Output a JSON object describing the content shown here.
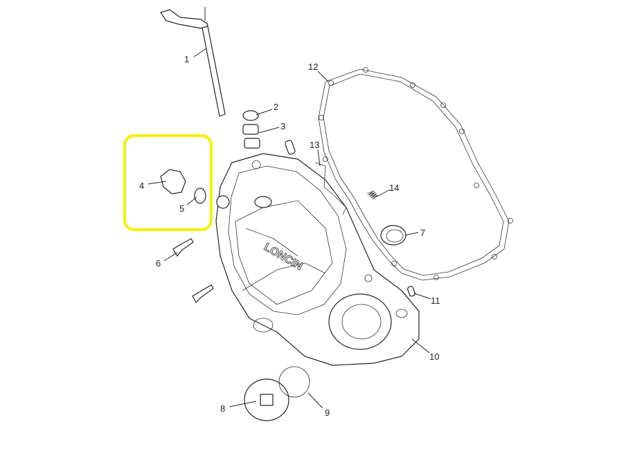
{
  "diagram": {
    "brand_text": "LONCIN",
    "highlight_color": "#f5f000",
    "labels": [
      "1",
      "2",
      "3",
      "4",
      "5",
      "6",
      "7",
      "8",
      "9",
      "10",
      "11",
      "12",
      "13",
      "14"
    ]
  }
}
